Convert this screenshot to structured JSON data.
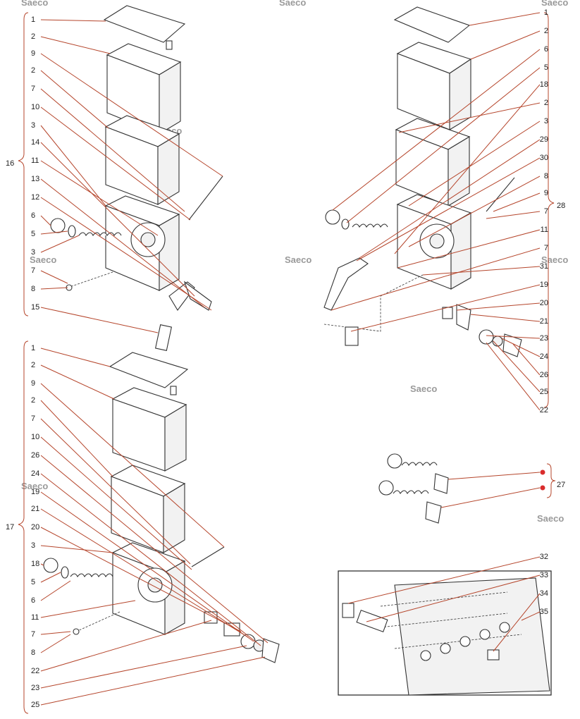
{
  "watermark": "Saeco",
  "groups": [
    {
      "id": "16",
      "labels": [
        "1",
        "2",
        "9",
        "2",
        "7",
        "10",
        "3",
        "14",
        "11",
        "13",
        "12",
        "6",
        "5",
        "3",
        "7",
        "8",
        "15"
      ]
    },
    {
      "id": "17",
      "labels": [
        "1",
        "2",
        "9",
        "2",
        "7",
        "10",
        "26",
        "24",
        "19",
        "21",
        "20",
        "3",
        "18",
        "5",
        "6",
        "11",
        "7",
        "8",
        "22",
        "23",
        "25"
      ]
    },
    {
      "id": "28",
      "labels": [
        "1",
        "2",
        "6",
        "5",
        "18",
        "2",
        "3",
        "29",
        "30",
        "8",
        "9",
        "7",
        "11",
        "7",
        "31",
        "19",
        "20",
        "21",
        "23",
        "24",
        "26",
        "25",
        "22"
      ]
    },
    {
      "id": "27",
      "labels": []
    },
    {
      "id": "detail",
      "labels": [
        "32",
        "33",
        "34",
        "35"
      ]
    }
  ]
}
